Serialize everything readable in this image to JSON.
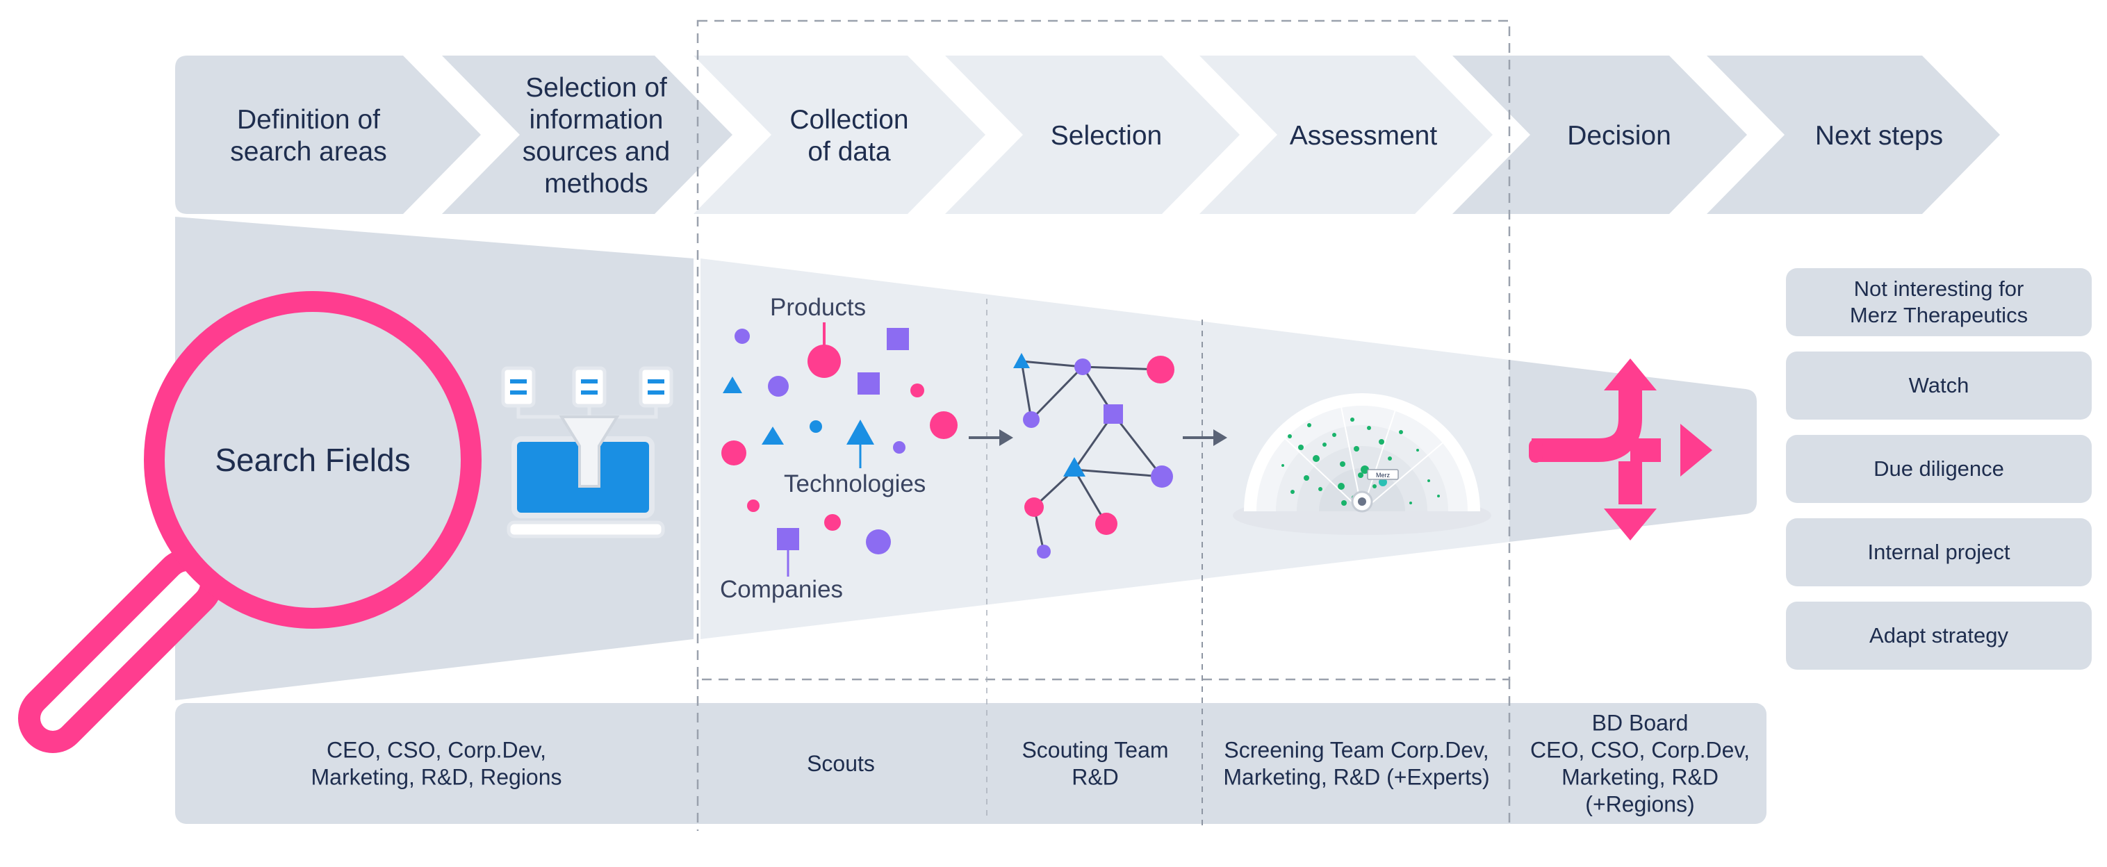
{
  "colors": {
    "accent": "#ff3d8f",
    "purple": "#8c6cf2",
    "blue": "#1a8fe3",
    "green": "#19b36b",
    "panel_dark": "#d8dee6",
    "panel_light": "#e9edf2",
    "text": "#1e2d4e"
  },
  "process_steps": [
    {
      "lines": [
        "Definition of",
        "search areas"
      ]
    },
    {
      "lines": [
        "Selection of",
        "information",
        "sources and",
        "methods"
      ]
    },
    {
      "lines": [
        "Collection",
        "of data"
      ]
    },
    {
      "lines": [
        "Selection"
      ]
    },
    {
      "lines": [
        "Assessment"
      ]
    },
    {
      "lines": [
        "Decision"
      ]
    },
    {
      "lines": [
        "Next steps"
      ]
    }
  ],
  "search_fields_label": "Search Fields",
  "data_labels": {
    "products": "Products",
    "technologies": "Technologies",
    "companies": "Companies"
  },
  "radar_badge": "Merz",
  "roles": [
    {
      "lines": [
        "CEO, CSO, Corp.Dev,",
        "Marketing, R&D, Regions"
      ]
    },
    {
      "lines": [
        "Scouts"
      ]
    },
    {
      "lines": [
        "Scouting Team",
        "R&D"
      ]
    },
    {
      "lines": [
        "Screening Team Corp.Dev,",
        "Marketing, R&D (+Experts)"
      ]
    },
    {
      "lines": [
        "BD Board",
        "CEO, CSO, Corp.Dev,",
        "Marketing, R&D",
        "(+Regions)"
      ]
    }
  ],
  "outcomes": [
    "Not interesting for\nMerz Therapeutics",
    "Watch",
    "Due diligence",
    "Internal project",
    "Adapt strategy"
  ],
  "icons": [
    "magnifier-icon",
    "data-filter-laptop-icon",
    "network-graph-icon",
    "radar-chart-icon",
    "split-arrows-icon"
  ]
}
